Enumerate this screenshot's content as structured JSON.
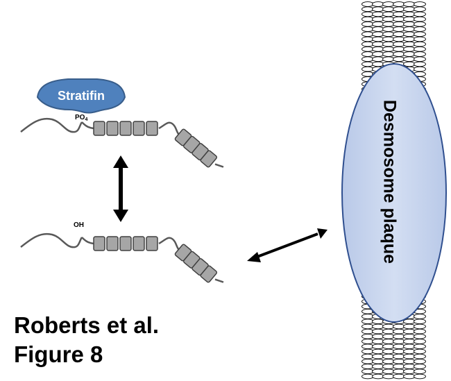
{
  "diagram": {
    "protein_label": "Stratifin",
    "phospho_label": "PO",
    "phospho_subscript": "4",
    "hydroxyl_label": "OH",
    "plaque_label": "Desmosome plaque",
    "caption_line1": "Roberts et al.",
    "caption_line2": "Figure 8",
    "colors": {
      "stratifin_fill": "#4f81bd",
      "stratifin_stroke": "#385d8a",
      "plaque_fill": "#c6d4ee",
      "plaque_stroke": "#2f4f8f",
      "repeat_fill": "#a6a6a6",
      "repeat_stroke": "#404040",
      "line": "#595959",
      "arrow": "#000000"
    }
  }
}
